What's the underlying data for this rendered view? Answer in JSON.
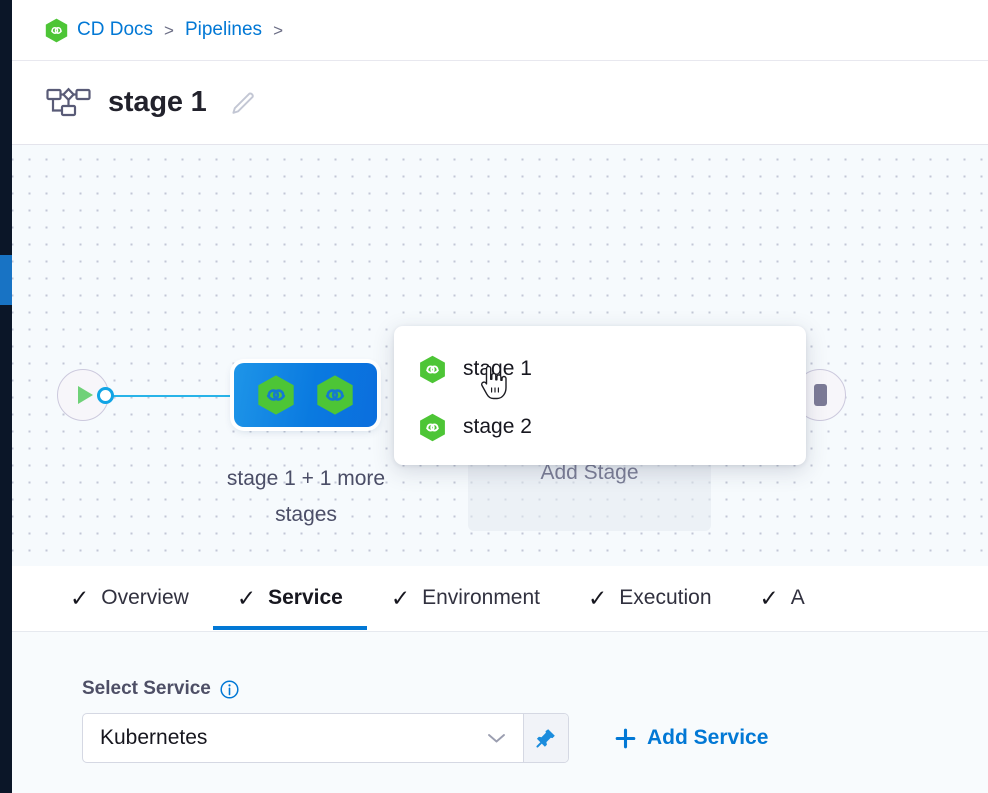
{
  "left_rail": {
    "active_indicator_color": "#1873c4",
    "rail_color": "#0b1628"
  },
  "breadcrumb": {
    "items": [
      {
        "label": "CD Docs",
        "icon": "harness-hexagon-icon",
        "separator": ">"
      },
      {
        "label": "Pipelines",
        "icon": null,
        "separator": ">"
      }
    ],
    "link_color": "#0278d5"
  },
  "header": {
    "icon": "pipeline-flow-icon",
    "title": "stage 1",
    "edit_icon": "pencil-edit-icon"
  },
  "canvas": {
    "background_color": "#f6fafd",
    "dot_color": "#c2c7d6",
    "start_node": {
      "icon": "play-triangle-icon",
      "name": "pipeline-start-node"
    },
    "connector_dot": {
      "color": "#11a4e5"
    },
    "edge_color": "#28b3e8",
    "stage_group_node": {
      "icons": [
        "harness-hexagon-icon",
        "harness-hexagon-icon"
      ],
      "label": "stage 1 + 1 more stages",
      "gradient_from": "#1e95e8",
      "gradient_to": "#0b6ede"
    },
    "add_stage": {
      "label": "Add Stage"
    },
    "end_node": {
      "icon": "stop-square-icon",
      "name": "pipeline-end-node"
    }
  },
  "stage_popup": {
    "items": [
      {
        "label": "stage 1",
        "icon": "harness-hexagon-icon"
      },
      {
        "label": "stage 2",
        "icon": "harness-hexagon-icon"
      }
    ]
  },
  "tabs": [
    {
      "label": "Overview",
      "check": "✓",
      "active": false
    },
    {
      "label": "Service",
      "check": "✓",
      "active": true
    },
    {
      "label": "Environment",
      "check": "✓",
      "active": false
    },
    {
      "label": "Execution",
      "check": "✓",
      "active": false
    },
    {
      "label": "A",
      "check": "✓",
      "active": false
    }
  ],
  "tabs_accent_color": "#0278d5",
  "service_form": {
    "field_label": "Select Service",
    "info_icon": "info-circle-icon",
    "select_value": "Kubernetes",
    "select_placeholder": "Select Service",
    "chevron_icon": "chevron-down-icon",
    "pin_icon": "pin-icon",
    "add_service_label": "Add Service",
    "add_icon": "plus-icon"
  },
  "cursor": {
    "type": "pointer-hand-cursor"
  }
}
